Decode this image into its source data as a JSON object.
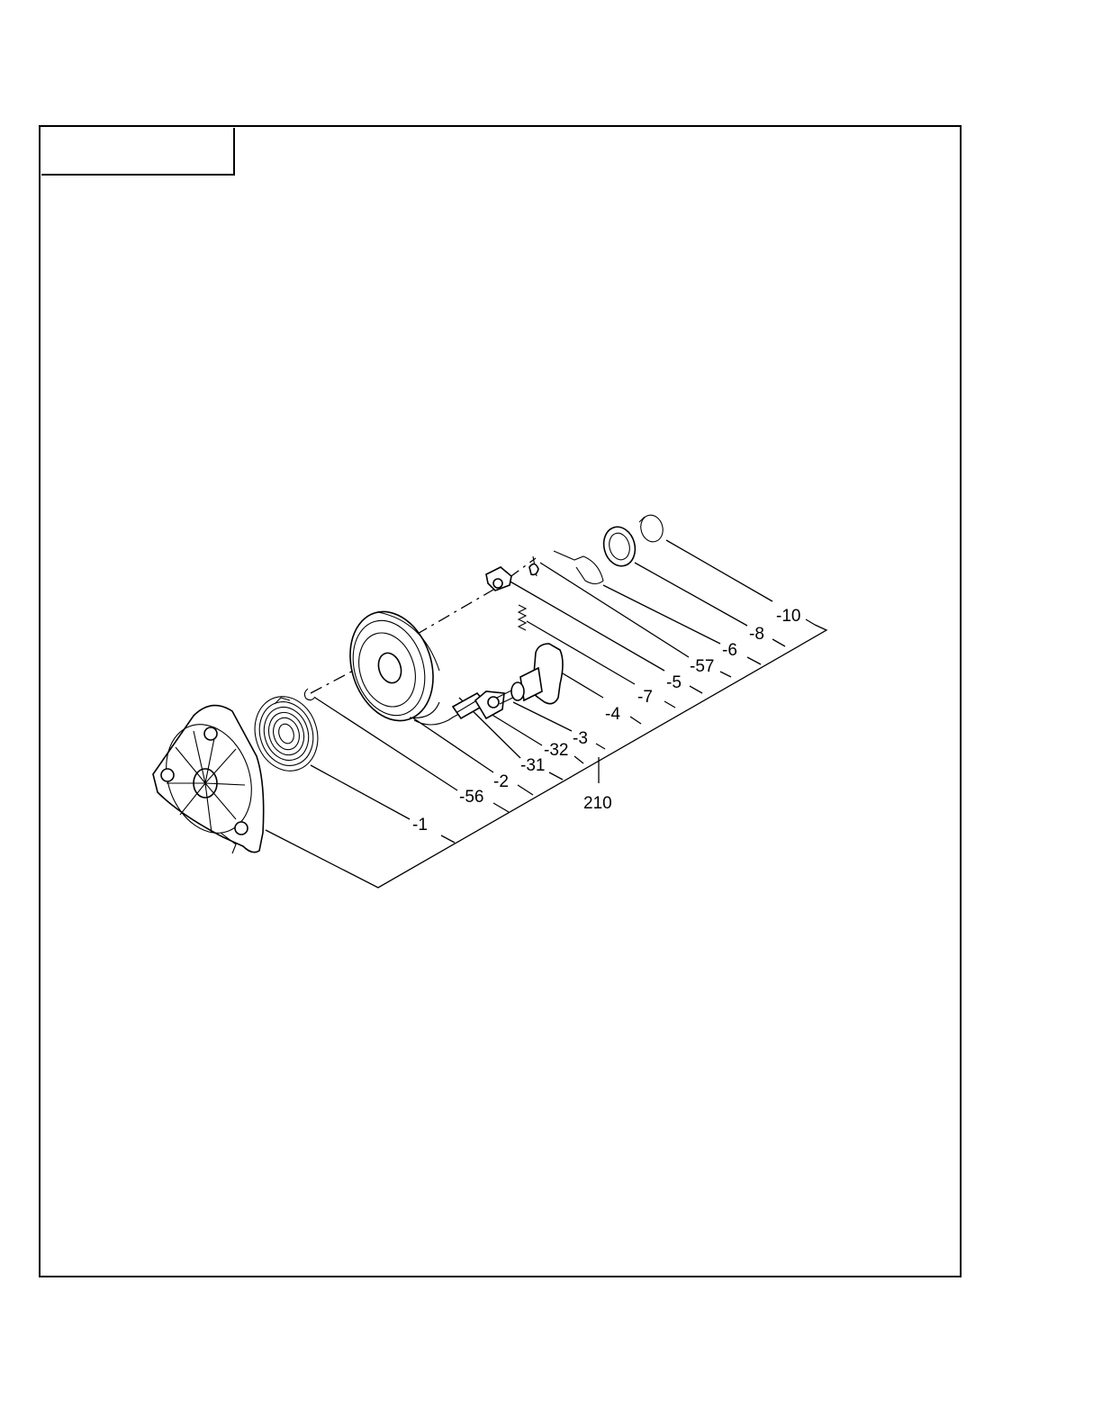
{
  "header": {
    "title_box_text": ""
  },
  "diagram": {
    "assembly_number": "210",
    "parts": [
      {
        "id": "-1"
      },
      {
        "id": "-56"
      },
      {
        "id": "-2"
      },
      {
        "id": "-31"
      },
      {
        "id": "-32"
      },
      {
        "id": "-3"
      },
      {
        "id": "-4"
      },
      {
        "id": "-7"
      },
      {
        "id": "-5"
      },
      {
        "id": "-57"
      },
      {
        "id": "-6"
      },
      {
        "id": "-8"
      },
      {
        "id": "-10"
      }
    ]
  }
}
